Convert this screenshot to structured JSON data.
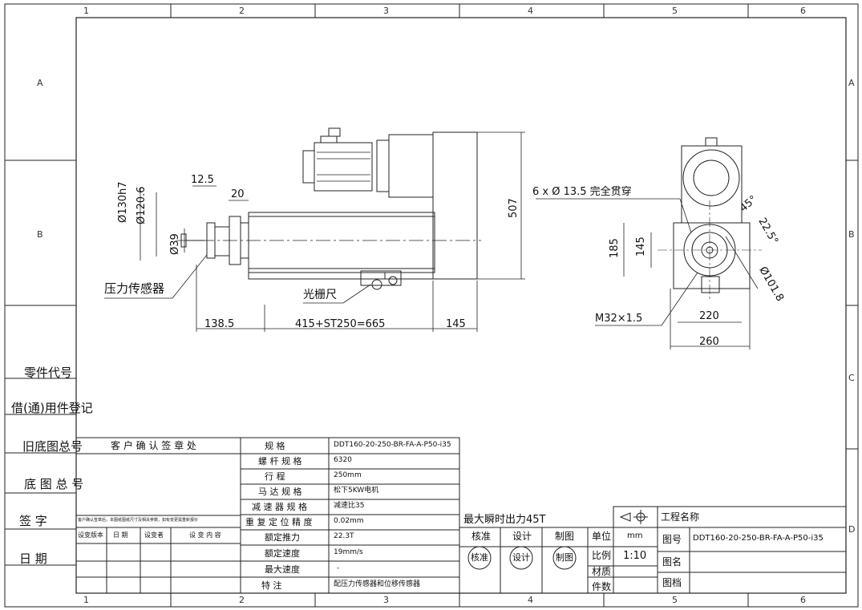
{
  "zones": {
    "columns": [
      "1",
      "2",
      "3",
      "4",
      "5",
      "6"
    ],
    "rows": [
      "A",
      "B",
      "C",
      "D"
    ]
  },
  "drawing": {
    "dimensions": {
      "d130": "Ø130h7",
      "d120": "Ø120.6",
      "d39": "Ø39",
      "w12": "12.5",
      "w20": "20",
      "h507": "507",
      "left": "138.5",
      "mid": "415+ST250=665",
      "right": "145",
      "holes": "6 x Ø 13.5 完全贯穿",
      "a45": "45°",
      "a22": "22.5°",
      "h185": "185",
      "h145": "145",
      "d101": "Ø101.8",
      "thread": "M32×1.5",
      "w220": "220",
      "w260": "260"
    },
    "labels": {
      "pressure_sensor": "压力传感器",
      "grating": "光栅尺"
    }
  },
  "side_block": {
    "part_code": "零件代号",
    "borrow": "借(通)用件登记",
    "old_drawing": "旧底图总号",
    "base_drawing": "底 图 总 号",
    "sign": "签    字",
    "date": "日    期"
  },
  "customer": {
    "title": "客 户 确 认 签 章 处",
    "note": "客户确认签章后，本图纸图纸尺寸及相关参数，如有变更需重新报价",
    "headers": [
      "设变版本",
      "日 期",
      "设变者",
      "设 变 内 容"
    ]
  },
  "specs": [
    {
      "label": "规    格",
      "value": "DDT160-20-250-BR-FA-A-P50-i35"
    },
    {
      "label": "螺 杆 规 格",
      "value": "6320"
    },
    {
      "label": "行    程",
      "value": "250mm"
    },
    {
      "label": "马 达 规 格",
      "value": "松下5KW电机"
    },
    {
      "label": "减 速 器 规 格",
      "value": "减速比35"
    },
    {
      "label": "重 复 定 位 精 度",
      "value": "0.02mm"
    },
    {
      "label": "额定推力",
      "value": "22.3T"
    },
    {
      "label": "额定速度",
      "value": "19mm/s"
    },
    {
      "label": "最大速度",
      "value": "-"
    },
    {
      "label": "特    注",
      "value": "配压力传感器和位移传感器"
    }
  ],
  "title_block": {
    "max_force": "最大瞬时出力45T",
    "approve": "核准",
    "design": "设计",
    "draw": "制图",
    "unit_label": "单位",
    "unit_value": "mm",
    "scale_label": "比例",
    "scale_value": "1:10",
    "material_label": "材质",
    "count_label": "件数",
    "project_label": "工程名称",
    "drawing_no_label": "图号",
    "drawing_no": "DDT160-20-250-BR-FA-A-P50-i35",
    "drawing_name_label": "图名",
    "archive_label": "图档"
  }
}
